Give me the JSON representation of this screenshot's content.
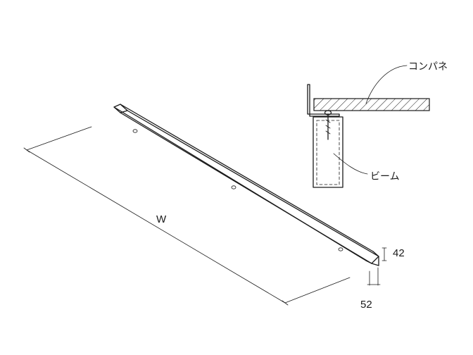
{
  "diagram": {
    "labels": {
      "width_label": "W",
      "height_label": "42",
      "depth_label": "52",
      "panel_label": "コンパネ",
      "beam_label": "ビーム"
    }
  }
}
